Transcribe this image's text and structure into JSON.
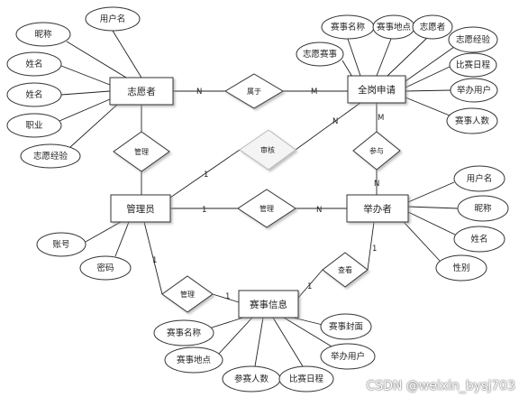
{
  "entities": {
    "volunteer": "志愿者",
    "application": "全岗申请",
    "admin": "管理员",
    "organizer": "举办者",
    "event": "赛事信息"
  },
  "relationships": {
    "belongs": "属于",
    "manage_volunteer": "管理",
    "review": "审核",
    "participate": "参与",
    "manage_organizer": "管理",
    "manage_event": "管理",
    "view": "查看"
  },
  "attributes": {
    "volunteer": [
      "用户名",
      "昵称",
      "姓名",
      "姓名",
      "职业",
      "志愿经验"
    ],
    "application": [
      "赛事名称",
      "赛事地点",
      "志愿者",
      "志愿经验",
      "志愿赛事",
      "比赛日程",
      "举办用户",
      "赛事人数"
    ],
    "organizer": [
      "用户名",
      "昵称",
      "姓名",
      "性别"
    ],
    "admin": [
      "账号",
      "密码"
    ],
    "event": [
      "赛事名称",
      "赛事地点",
      "参赛人数",
      "比赛日程",
      "举办用户",
      "赛事封面"
    ]
  },
  "cardinality": {
    "one": "1",
    "n": "N",
    "m": "M"
  },
  "watermark": "CSDN @weixin_bysj703"
}
